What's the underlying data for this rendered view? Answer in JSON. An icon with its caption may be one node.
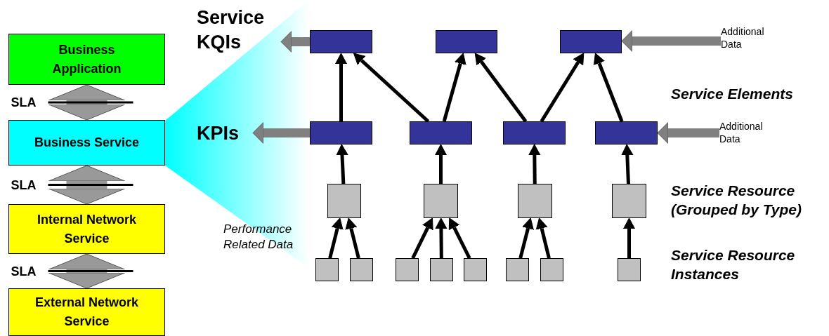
{
  "diagram": {
    "nodes": [
      {
        "text": [
          "Business Application"
        ]
      },
      {
        "text": [
          "Business Service"
        ]
      },
      {
        "text": [
          "Internal Network Service"
        ]
      },
      {
        "text": [
          "External Network Service"
        ]
      },
      {
        "text": [
          "Service KQIs"
        ]
      },
      {
        "text": [],
        "shape": "box"
      },
      {
        "text": [],
        "shape": "box"
      },
      {
        "text": [],
        "shape": "box"
      },
      {
        "text": [
          "Additional Data"
        ]
      },
      {
        "text": [
          "KPIs"
        ]
      },
      {
        "text": [],
        "shape": "box"
      },
      {
        "text": [],
        "shape": "box"
      },
      {
        "text": [],
        "shape": "box"
      },
      {
        "text": [],
        "shape": "box"
      },
      {
        "text": [
          "Additional Data"
        ]
      },
      {
        "text": [],
        "shape": "box"
      },
      {
        "text": [],
        "shape": "box"
      },
      {
        "text": [],
        "shape": "box"
      },
      {
        "text": [],
        "shape": "box"
      },
      {
        "text": [],
        "shape": "box"
      },
      {
        "text": [],
        "shape": "box"
      },
      {
        "text": [],
        "shape": "box"
      },
      {
        "text": [],
        "shape": "box"
      },
      {
        "text": [],
        "shape": "box"
      },
      {
        "text": [],
        "shape": "box"
      },
      {
        "text": [],
        "shape": "box"
      },
      {
        "text": [],
        "shape": "box"
      }
    ],
    "edges": [
      {
        "from": 0,
        "to": 1,
        "arrow": "both",
        "label": "SLA",
        "style": "thick",
        "color": "#999999"
      },
      {
        "from": 1,
        "to": 2,
        "arrow": "both",
        "label": "SLA",
        "style": "thick",
        "color": "#999999"
      },
      {
        "from": 2,
        "to": 3,
        "arrow": "both",
        "label": "SLA",
        "style": "thick",
        "color": "#999999"
      },
      {
        "from": 5,
        "to": 4,
        "arrow": "to",
        "style": "thick",
        "color": "#808080"
      },
      {
        "from": 8,
        "to": 7,
        "arrow": "to",
        "style": "thick",
        "color": "#808080"
      },
      {
        "from": 10,
        "to": 9,
        "arrow": "to",
        "style": "thick",
        "color": "#808080"
      },
      {
        "from": 14,
        "to": 13,
        "arrow": "to",
        "style": "thick",
        "color": "#808080"
      },
      {
        "from": 10,
        "to": 5,
        "arrow": "to"
      },
      {
        "from": 11,
        "to": 5,
        "arrow": "to"
      },
      {
        "from": 11,
        "to": 6,
        "arrow": "to"
      },
      {
        "from": 12,
        "to": 6,
        "arrow": "to"
      },
      {
        "from": 12,
        "to": 7,
        "arrow": "to"
      },
      {
        "from": 13,
        "to": 7,
        "arrow": "to"
      },
      {
        "from": 15,
        "to": 10,
        "arrow": "to"
      },
      {
        "from": 16,
        "to": 11,
        "arrow": "to"
      },
      {
        "from": 17,
        "to": 12,
        "arrow": "to"
      },
      {
        "from": 18,
        "to": 13,
        "arrow": "to"
      },
      {
        "from": 19,
        "to": 15,
        "arrow": "to"
      },
      {
        "from": 20,
        "to": 15,
        "arrow": "to"
      },
      {
        "from": 21,
        "to": 16,
        "arrow": "to"
      },
      {
        "from": 22,
        "to": 16,
        "arrow": "to"
      },
      {
        "from": 23,
        "to": 16,
        "arrow": "to"
      },
      {
        "from": 24,
        "to": 17,
        "arrow": "to"
      },
      {
        "from": 25,
        "to": 17,
        "arrow": "to"
      },
      {
        "from": 26,
        "to": 18,
        "arrow": "to"
      }
    ],
    "labels": [
      "Service Elements",
      "Service Resource (Grouped by Type)",
      "Performance Related Data",
      "Service Resource Instances"
    ]
  }
}
